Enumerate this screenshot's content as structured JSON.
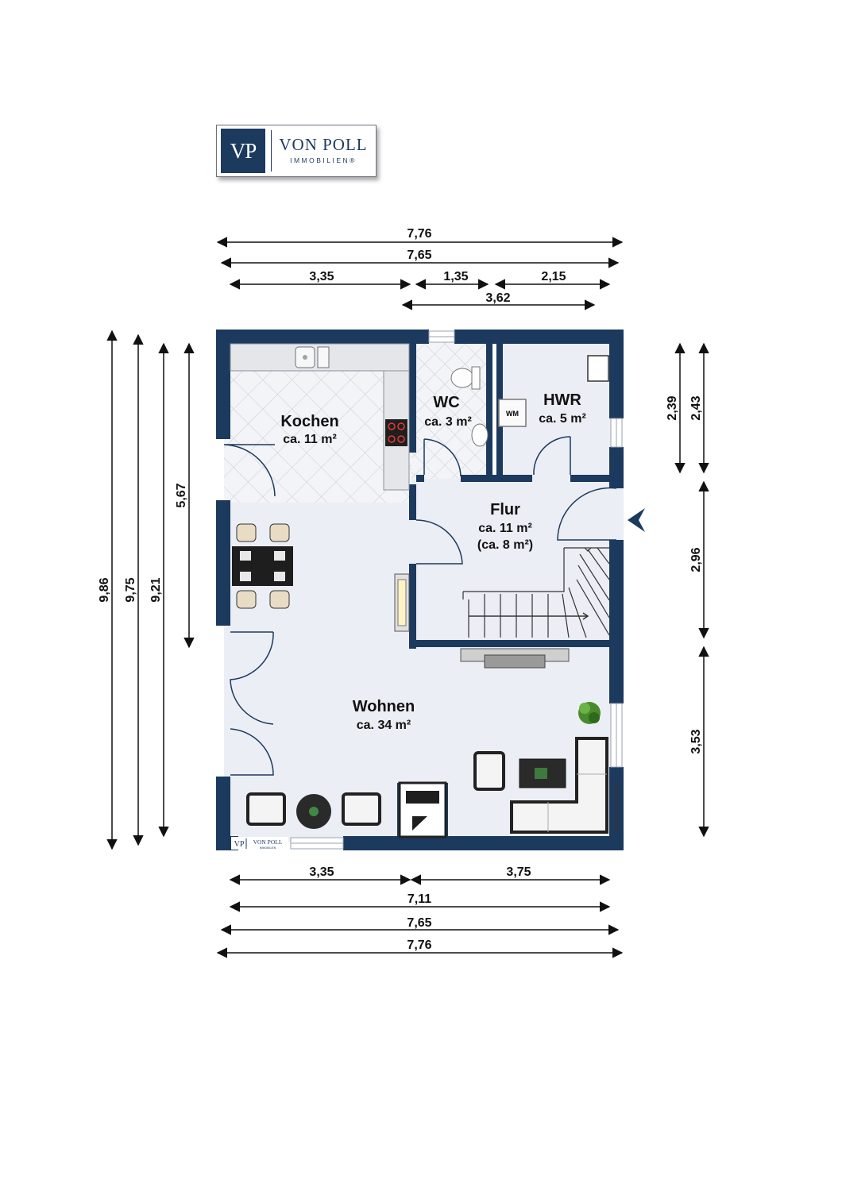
{
  "brand": {
    "monogram": "VP",
    "name": "VON POLL",
    "subtitle": "IMMOBILIEN®",
    "navy": "#1c3a5e"
  },
  "colors": {
    "wall": "#1c3a5e",
    "floor": "#eceef5",
    "tile": "#c9ccd4",
    "dim_line": "#111111"
  },
  "rooms": {
    "kochen": {
      "name": "Kochen",
      "area": "ca. 11 m²"
    },
    "wc": {
      "name": "WC",
      "area": "ca. 3 m²"
    },
    "hwr": {
      "name": "HWR",
      "area": "ca. 5 m²",
      "appliance": "WM"
    },
    "flur": {
      "name": "Flur",
      "area": "ca. 11 m²",
      "area_alt": "(ca. 8 m²)"
    },
    "wohnen": {
      "name": "Wohnen",
      "area": "ca. 34 m²"
    }
  },
  "dimensions": {
    "top": [
      "7,76",
      "7,65",
      "3,35",
      "1,35",
      "2,15",
      "3,62"
    ],
    "bottom": [
      "3,35",
      "3,75",
      "7,11",
      "7,65",
      "7,76"
    ],
    "left": [
      "9,86",
      "9,75",
      "9,21",
      "5,67"
    ],
    "right": [
      "2,39",
      "2,43",
      "2,96",
      "3,53"
    ]
  },
  "watermark": {
    "credit": "Immogrundriss",
    "mini_monogram": "VP",
    "mini_name": "VON POLL",
    "mini_sub": "IMMOBILIEN"
  }
}
